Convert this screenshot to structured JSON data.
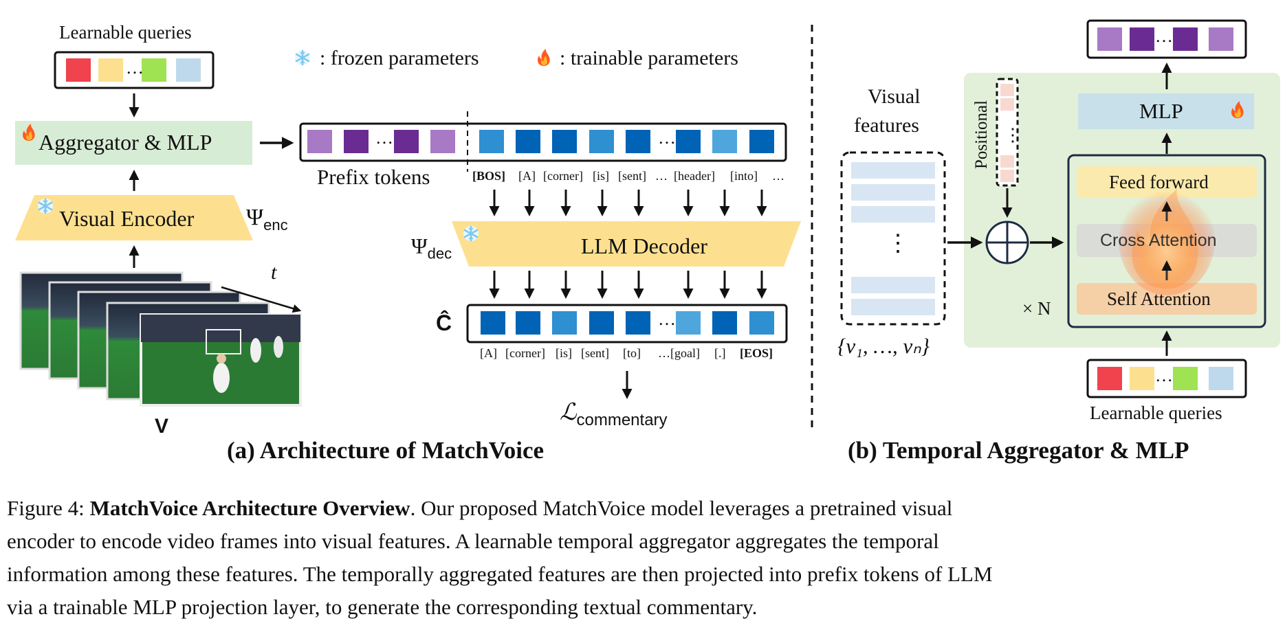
{
  "colors": {
    "red": "#f0434e",
    "yellow": "#fde08f",
    "green": "#9fe252",
    "lightblue": "#bfd9ec",
    "purple_light": "#a879c4",
    "purple_dark": "#6a2c93",
    "blue_dark": "#0063b5",
    "blue_mid": "#2e8fd1",
    "blue_light": "#4fa6dc",
    "aggregator_bg": "#d7ecd4",
    "encoder_bg": "#fde08f",
    "panel_green": "#e2f0d9",
    "mlp_bg": "#c7e0ea",
    "ffn_bg": "#fbeaad",
    "cross_bg": "#d9dcd7",
    "self_bg": "#f5cfa6",
    "feature_bar": "#d8e6f3"
  },
  "panel_a": {
    "learnable_queries_label": "Learnable queries",
    "aggregator_label": "Aggregator & MLP",
    "visual_encoder_label": "Visual Encoder",
    "psi_enc": "Ψ",
    "psi_enc_sub": "enc",
    "t_label": "t",
    "v_label": "V",
    "legend_frozen": ": frozen parameters",
    "legend_trainable": ": trainable parameters",
    "prefix_tokens_label": "Prefix tokens",
    "input_tokens": [
      "[BOS]",
      "[A]",
      "[corner]",
      "[is]",
      "[sent]",
      "…",
      "[header]",
      "[into]",
      "…"
    ],
    "psi_dec": "Ψ",
    "psi_dec_sub": "dec",
    "llm_decoder_label": "LLM Decoder",
    "c_hat": "Ĉ",
    "output_tokens": [
      "[A]",
      "[corner]",
      "[is]",
      "[sent]",
      "[to]",
      "…[goal]",
      "[.]",
      "[EOS]"
    ],
    "loss_symbol": "ℒ",
    "loss_sub": "commentary",
    "title": "(a) Architecture of MatchVoice",
    "ellipsis": "…"
  },
  "panel_b": {
    "visual_features_label_1": "Visual",
    "visual_features_label_2": "features",
    "vertical_dots": "⋮",
    "positional_label": "Positional",
    "feature_set": "{v₁, …, vₙ}",
    "mlp_label": "MLP",
    "feed_forward_label": "Feed forward",
    "cross_attention_label": "Cross Attention",
    "self_attention_label": "Self Attention",
    "times_n": "× N",
    "learnable_queries_label": "Learnable queries",
    "title": "(b) Temporal Aggregator & MLP",
    "ellipsis": "…"
  },
  "caption": {
    "prefix": "Figure 4: ",
    "bold": "MatchVoice Architecture Overview",
    "line1_rest": ". Our proposed MatchVoice model leverages a pretrained visual",
    "line2": "encoder to encode video frames into visual features.  A learnable temporal aggregator aggregates the temporal",
    "line3": "information among these features. The temporally aggregated features are then projected into prefix tokens of LLM",
    "line4": "via a trainable MLP projection layer, to generate the corresponding textual commentary."
  }
}
